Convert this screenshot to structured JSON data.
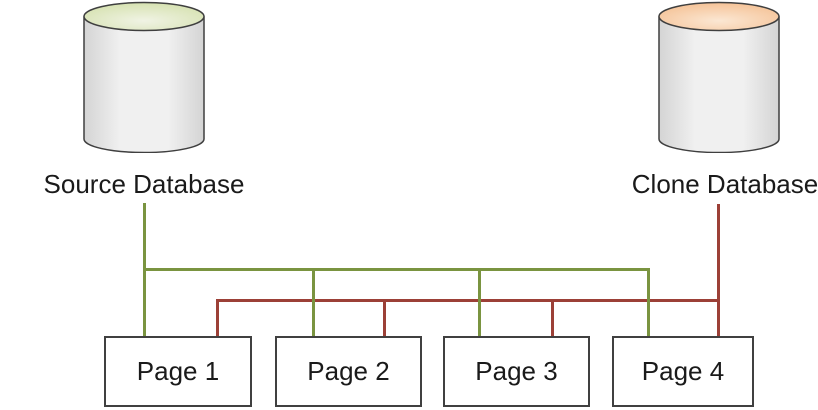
{
  "diagram_type": "database-clone-page-mapping",
  "nodes": {
    "source": {
      "label": "Source Database",
      "shape": "database-cylinder",
      "top_fill": "green"
    },
    "clone": {
      "label": "Clone Database",
      "shape": "database-cylinder",
      "top_fill": "orange"
    },
    "pages": [
      {
        "label": "Page 1"
      },
      {
        "label": "Page 2"
      },
      {
        "label": "Page 3"
      },
      {
        "label": "Page 4"
      }
    ]
  },
  "edges": [
    {
      "from": "Source Database",
      "to": "Page 1",
      "color": "#7a9440"
    },
    {
      "from": "Source Database",
      "to": "Page 2",
      "color": "#7a9440"
    },
    {
      "from": "Source Database",
      "to": "Page 3",
      "color": "#7a9440"
    },
    {
      "from": "Source Database",
      "to": "Page 4",
      "color": "#7a9440"
    },
    {
      "from": "Clone Database",
      "to": "Page 1",
      "color": "#9c4037"
    },
    {
      "from": "Clone Database",
      "to": "Page 2",
      "color": "#9c4037"
    },
    {
      "from": "Clone Database",
      "to": "Page 3",
      "color": "#9c4037"
    },
    {
      "from": "Clone Database",
      "to": "Page 4",
      "color": "#9c4037"
    }
  ],
  "colors": {
    "source_accent": "#7a9440",
    "clone_accent": "#9c4037",
    "source_top_center": "#f0f3e4",
    "source_top_edge": "#d2dfa9",
    "clone_top_center": "#fbe7d3",
    "clone_top_edge": "#f4bd8e",
    "cylinder_body_light": "#f0f0f0",
    "cylinder_body_dark": "#d4d4d4",
    "shape_outline": "#3f3f3f",
    "box_border": "#404040",
    "box_fill": "#ffffff",
    "text": "#1a1a1a",
    "background": "#ffffff"
  }
}
